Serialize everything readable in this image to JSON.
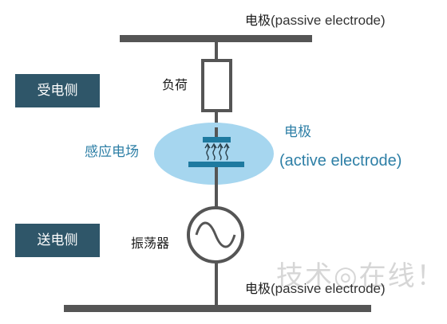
{
  "diagram": {
    "top_electrode_label": "电极",
    "top_electrode_sub": "(passive electrode)",
    "bottom_electrode_label": "电极",
    "bottom_electrode_sub": "(passive electrode)",
    "receiver_side": "受电侧",
    "sender_side": "送电侧",
    "load": "负荷",
    "induction_field": "感应电场",
    "active_electrode_label": "电极",
    "active_electrode_sub": "(active electrode)",
    "oscillator": "振荡器",
    "watermark": "技术◎在线！",
    "colors": {
      "wire": "#555555",
      "box": "#2f5669",
      "field": "#a6d6ef",
      "electrode": "#1e7aa0",
      "accent_text": "#2e7fa6"
    },
    "icons": [
      "sine-wave-icon",
      "field-lines-icon"
    ]
  }
}
